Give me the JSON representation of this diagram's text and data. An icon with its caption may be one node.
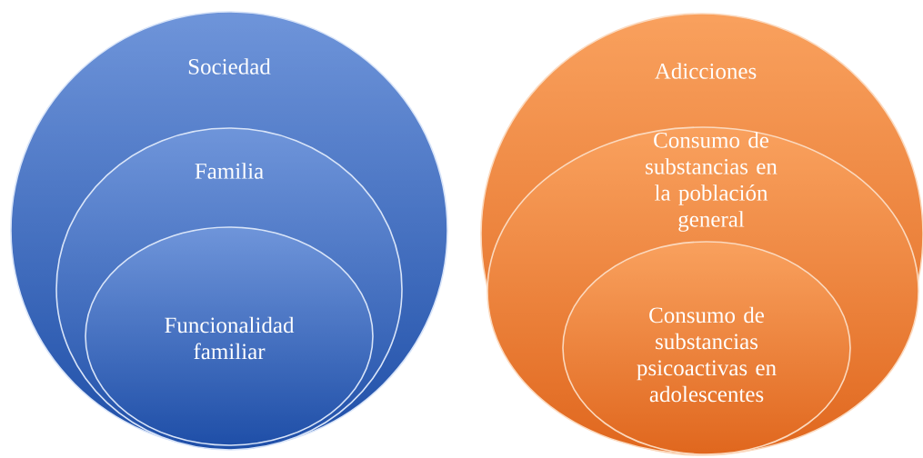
{
  "diagram": {
    "nodes": [
      {
        "text": [
          "Sociedad"
        ]
      },
      {
        "text": [
          "Familia"
        ],
        "in": 0
      },
      {
        "text": [
          "Funcionalidad familiar"
        ],
        "in": 1
      },
      {
        "text": [
          "Adicciones"
        ]
      },
      {
        "text": [
          "Consumo de substancias en la población general"
        ],
        "in": 3
      },
      {
        "text": [
          "Consumo de substancias psicoactivas en adolescentes"
        ],
        "in": 4
      }
    ]
  }
}
